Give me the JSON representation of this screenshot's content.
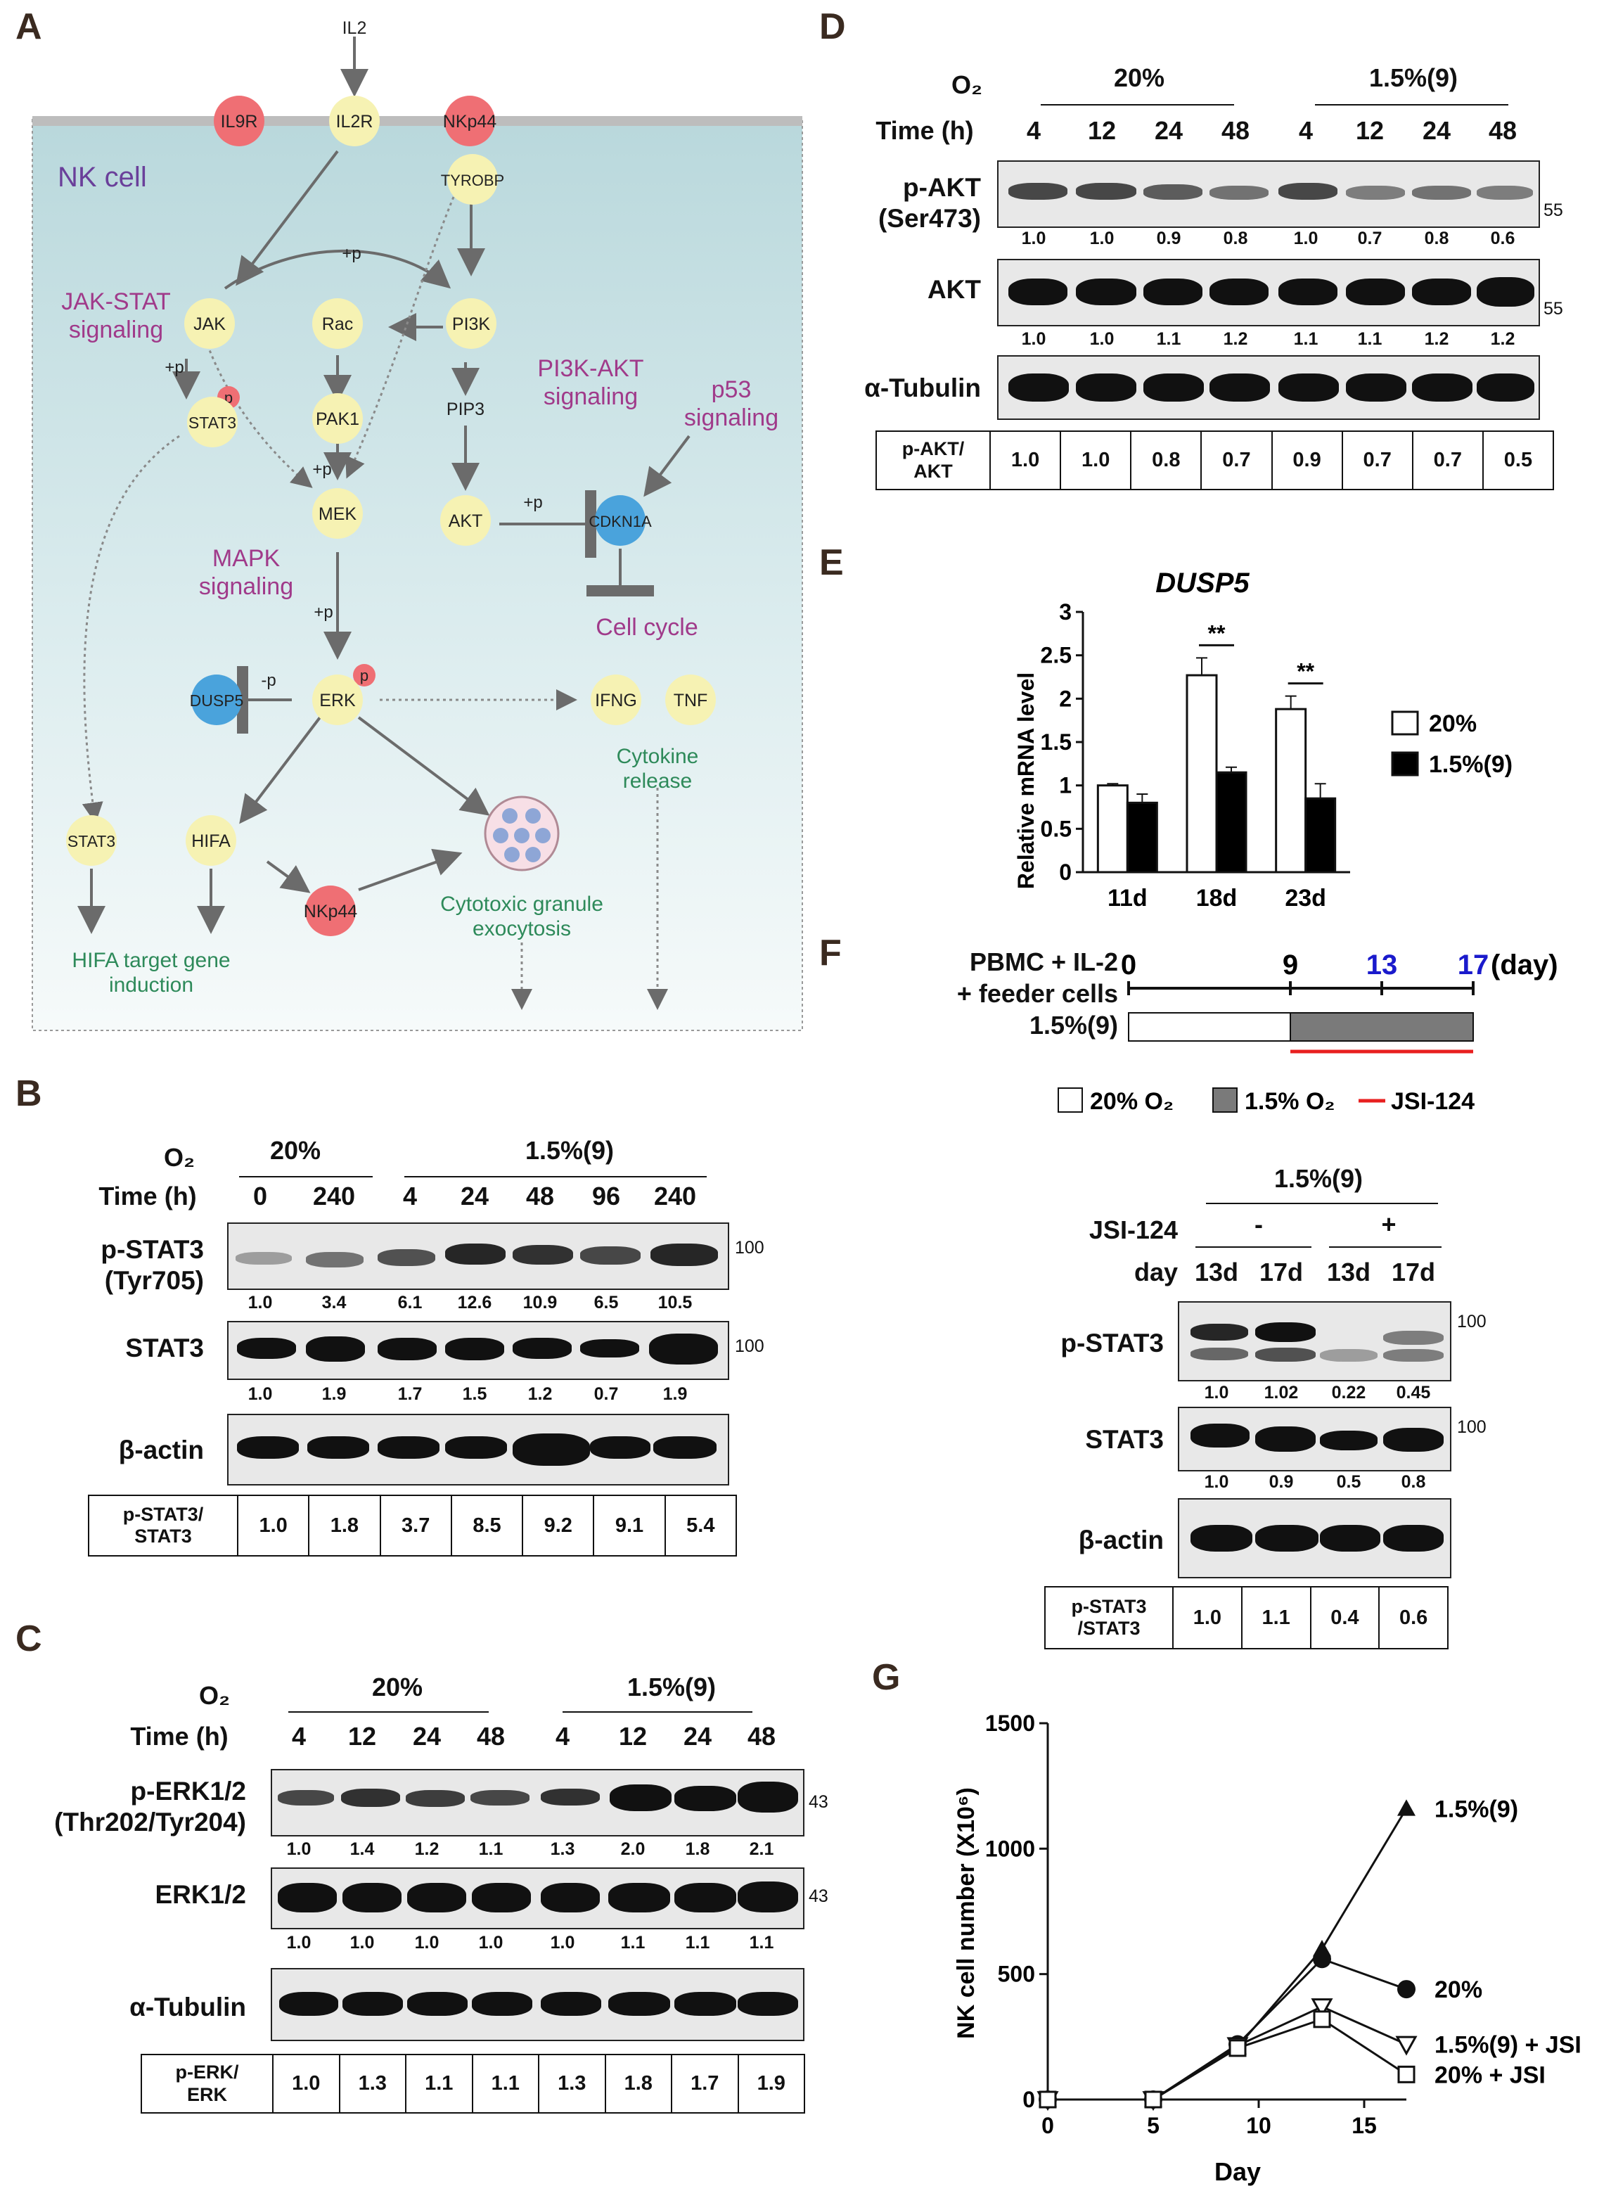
{
  "panels": {
    "A": "A",
    "B": "B",
    "C": "C",
    "D": "D",
    "E": "E",
    "F": "F",
    "G": "G"
  },
  "panel_a": {
    "cell_title": "NK cell",
    "nodes": {
      "il2": "IL2",
      "il9r": "IL9R",
      "il2r": "IL2R",
      "nkp44_top": "NKp44",
      "tyrobp": "TYROBP",
      "jak": "JAK",
      "rac": "Rac",
      "pi3k": "PI3K",
      "p_badge": "p",
      "stat3": "STAT3",
      "pak1": "PAK1",
      "pip3": "PIP3",
      "mek": "MEK",
      "akt": "AKT",
      "cdkn1a": "CDKN1A",
      "erk": "ERK",
      "dusp5": "DUSP5",
      "ifng": "IFNG",
      "tnf": "TNF",
      "stat3_low": "STAT3",
      "hifa": "HIFA",
      "nkp44_low": "NKp44"
    },
    "labels": {
      "jak_stat": "JAK-STAT\nsignaling",
      "pi3k_akt": "PI3K-AKT\nsignaling",
      "p53": "p53\nsignaling",
      "mapk": "MAPK\nsignaling",
      "cell_cycle": "Cell cycle",
      "cytokine": "Cytokine\nrelease",
      "cytotoxic": "Cytotoxic granule\nexocytosis",
      "hifa_target": "HIFA target gene\ninduction",
      "plus_p": "+p",
      "minus_p": "-p"
    }
  },
  "panel_b": {
    "o2_label": "O₂",
    "time_label": "Time (h)",
    "group1": "20%",
    "group2": "1.5%(9)",
    "times": [
      "0",
      "240",
      "4",
      "24",
      "48",
      "96",
      "240"
    ],
    "rows": [
      {
        "label": "p-STAT3\n(Tyr705)",
        "values": [
          "1.0",
          "3.4",
          "6.1",
          "12.6",
          "10.9",
          "6.5",
          "10.5"
        ],
        "mw": "100"
      },
      {
        "label": "STAT3",
        "values": [
          "1.0",
          "1.9",
          "1.7",
          "1.5",
          "1.2",
          "0.7",
          "1.9"
        ],
        "mw": "100"
      },
      {
        "label": "β-actin",
        "values": [],
        "mw": ""
      }
    ],
    "ratio_label": "p-STAT3/\nSTAT3",
    "ratio_values": [
      "1.0",
      "1.8",
      "3.7",
      "8.5",
      "9.2",
      "9.1",
      "5.4"
    ]
  },
  "panel_c": {
    "o2_label": "O₂",
    "time_label": "Time (h)",
    "group1": "20%",
    "group2": "1.5%(9)",
    "times": [
      "4",
      "12",
      "24",
      "48",
      "4",
      "12",
      "24",
      "48"
    ],
    "rows": [
      {
        "label": "p-ERK1/2\n(Thr202/Tyr204)",
        "values": [
          "1.0",
          "1.4",
          "1.2",
          "1.1",
          "1.3",
          "2.0",
          "1.8",
          "2.1"
        ],
        "mw": "43"
      },
      {
        "label": "ERK1/2",
        "values": [
          "1.0",
          "1.0",
          "1.0",
          "1.0",
          "1.0",
          "1.1",
          "1.1",
          "1.1"
        ],
        "mw": "43"
      },
      {
        "label": "α-Tubulin",
        "values": [],
        "mw": ""
      }
    ],
    "ratio_label": "p-ERK/\nERK",
    "ratio_values": [
      "1.0",
      "1.3",
      "1.1",
      "1.1",
      "1.3",
      "1.8",
      "1.7",
      "1.9"
    ]
  },
  "panel_d": {
    "o2_label": "O₂",
    "time_label": "Time (h)",
    "group1": "20%",
    "group2": "1.5%(9)",
    "times": [
      "4",
      "12",
      "24",
      "48",
      "4",
      "12",
      "24",
      "48"
    ],
    "rows": [
      {
        "label": "p-AKT\n(Ser473)",
        "values": [
          "1.0",
          "1.0",
          "0.9",
          "0.8",
          "1.0",
          "0.7",
          "0.8",
          "0.6"
        ],
        "mw": "55"
      },
      {
        "label": "AKT",
        "values": [
          "1.0",
          "1.0",
          "1.1",
          "1.2",
          "1.1",
          "1.1",
          "1.2",
          "1.2"
        ],
        "mw": "55"
      },
      {
        "label": "α-Tubulin",
        "values": [],
        "mw": ""
      }
    ],
    "ratio_label": "p-AKT/\nAKT",
    "ratio_values": [
      "1.0",
      "1.0",
      "0.8",
      "0.7",
      "0.9",
      "0.7",
      "0.7",
      "0.5"
    ]
  },
  "panel_f": {
    "protocol_label": "PBMC + IL-2\n+ feeder cells\n1.5%(9)",
    "timeline_days": [
      "0",
      "9",
      "13",
      "17"
    ],
    "day_unit": "(day)",
    "legend_20": "20%  O₂",
    "legend_15": "1.5%  O₂",
    "legend_jsi": "JSI-124",
    "group": "1.5%(9)",
    "jsi_label": "JSI-124",
    "jsi_minus": "-",
    "jsi_plus": "+",
    "day_label": "day",
    "days": [
      "13d",
      "17d",
      "13d",
      "17d"
    ],
    "rows": [
      {
        "label": "p-STAT3",
        "values": [
          "1.0",
          "1.02",
          "0.22",
          "0.45"
        ],
        "mw": "100"
      },
      {
        "label": "STAT3",
        "values": [
          "1.0",
          "0.9",
          "0.5",
          "0.8"
        ],
        "mw": "100"
      },
      {
        "label": "β-actin",
        "values": [],
        "mw": ""
      }
    ],
    "ratio_label": "p-STAT3\n/STAT3",
    "ratio_values": [
      "1.0",
      "1.1",
      "0.4",
      "0.6"
    ]
  },
  "chart_data": [
    {
      "panel": "E",
      "type": "bar",
      "title": "DUSP5",
      "ylabel": "Relative mRNA level",
      "xlabel": "",
      "categories": [
        "11d",
        "18d",
        "23d"
      ],
      "series": [
        {
          "name": "20%",
          "values": [
            1.0,
            2.27,
            1.88
          ],
          "errors": [
            0.02,
            0.2,
            0.15
          ],
          "color": "#ffffff"
        },
        {
          "name": "1.5%(9)",
          "values": [
            0.8,
            1.15,
            0.85
          ],
          "errors": [
            0.1,
            0.06,
            0.17
          ],
          "color": "#000000"
        }
      ],
      "ylim": [
        0,
        3
      ],
      "yticks": [
        "0",
        "0.5",
        "1",
        "1.5",
        "2",
        "2.5",
        "3"
      ],
      "significance": [
        "",
        "**",
        "**"
      ],
      "legend": "right"
    },
    {
      "panel": "G",
      "type": "line",
      "xlabel": "Day",
      "ylabel": "NK cell number (X10⁶)",
      "xlim": [
        0,
        17
      ],
      "ylim": [
        0,
        1500
      ],
      "xticks": [
        "0",
        "5",
        "10",
        "15"
      ],
      "yticks": [
        "0",
        "500",
        "1000",
        "1500"
      ],
      "x": [
        0,
        5,
        9,
        13,
        17
      ],
      "series": [
        {
          "name": "1.5%(9)",
          "marker": "triangle-filled",
          "values": [
            0,
            0,
            210,
            600,
            1160
          ]
        },
        {
          "name": "20%",
          "marker": "circle-filled",
          "values": [
            0,
            0,
            220,
            560,
            440
          ]
        },
        {
          "name": "1.5%(9) + JSI",
          "marker": "triangle-open-down",
          "values": [
            0,
            0,
            215,
            370,
            220
          ]
        },
        {
          "name": "20% + JSI",
          "marker": "square-open",
          "values": [
            0,
            0,
            205,
            320,
            100
          ]
        }
      ],
      "legend": "line-end labels"
    }
  ]
}
